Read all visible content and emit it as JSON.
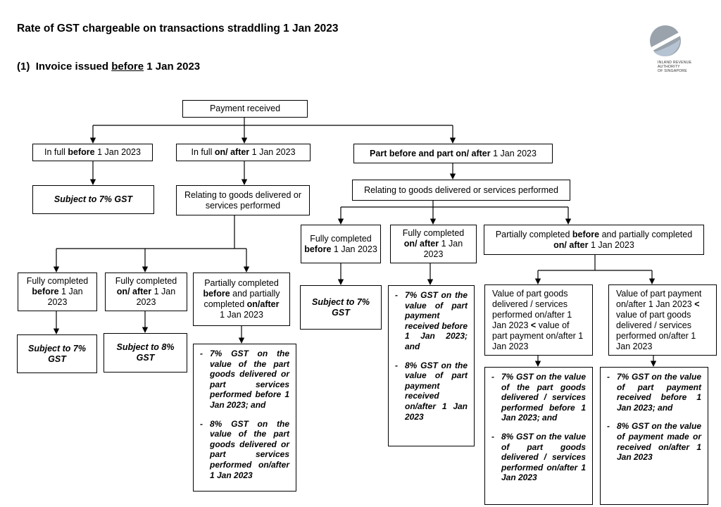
{
  "title": "Rate of GST chargeable on transactions straddling 1 Jan 2023",
  "subtitle": {
    "num": "(1)",
    "pre": "Invoice issued",
    "u": "before",
    "post": "1 Jan 2023"
  },
  "logo": {
    "line1": "INLAND REVENUE",
    "line2": "AUTHORITY",
    "line3": "OF SINGAPORE"
  },
  "root": "Payment received",
  "full_before": {
    "a": "In full",
    "b": "before",
    "c": "1 Jan 2023"
  },
  "full_after": {
    "a": "In full",
    "b": "on/ after",
    "c": "1 Jan 2023"
  },
  "part": {
    "b": "Part before and part on/ after",
    "c": "1 Jan 2023"
  },
  "subj7_a": "Subject to 7% GST",
  "relating_left": "Relating to goods delivered or services performed",
  "relating_right": "Relating to goods delivered or services performed",
  "L_fully_before": {
    "a": "Fully completed",
    "b": "before",
    "c": "1 Jan 2023"
  },
  "L_fully_after": {
    "a": "Fully completed",
    "b": "on/ after",
    "c": "1 Jan 2023"
  },
  "L_partial": {
    "a": "Partially completed",
    "b": "before",
    "c": "and partially completed",
    "d": "on/after",
    "e": "1 Jan 2023"
  },
  "L_subj7": "Subject to 7% GST",
  "L_subj8": "Subject to 8% GST",
  "L_list": [
    "7% GST on the value of the part goods delivered or part services performed before 1 Jan 2023; and",
    "8% GST on the value of the part goods delivered or part services performed on/after 1 Jan 2023"
  ],
  "R_fully_before": {
    "a": "Fully completed",
    "b": "before",
    "c": "1 Jan 2023"
  },
  "R_fully_after": {
    "a": "Fully completed",
    "b": "on/ after",
    "c": "1 Jan 2023"
  },
  "R_partial": {
    "a": "Partially completed",
    "b": "before",
    "c": "and partially completed",
    "d": "on/ after",
    "e": "1 Jan 2023"
  },
  "R_subj7": "Subject to 7% GST",
  "R_mid_list": [
    "7% GST on the value of part payment received before 1 Jan 2023; and",
    "8% GST on the value of part payment received on/after 1 Jan 2023"
  ],
  "R_val_goods": {
    "a": "Value of part goods delivered / services performed on/after 1 Jan 2023",
    "lt": "<",
    "b": "value of part payment on/after 1 Jan 2023"
  },
  "R_val_payment": {
    "a": "Value of part payment on/after 1 Jan 2023",
    "lt": "<",
    "b": "value of part goods delivered / services performed on/after 1 Jan 2023"
  },
  "R_goods_list": [
    "7% GST on the value of the part goods delivered / services performed before 1 Jan 2023; and",
    "8% GST on the value of part goods delivered / services performed on/after 1 Jan 2023"
  ],
  "R_payment_list": [
    "7% GST on the value of part payment received before 1 Jan 2023; and",
    "8% GST on the value of payment made or received on/after 1 Jan 2023"
  ]
}
